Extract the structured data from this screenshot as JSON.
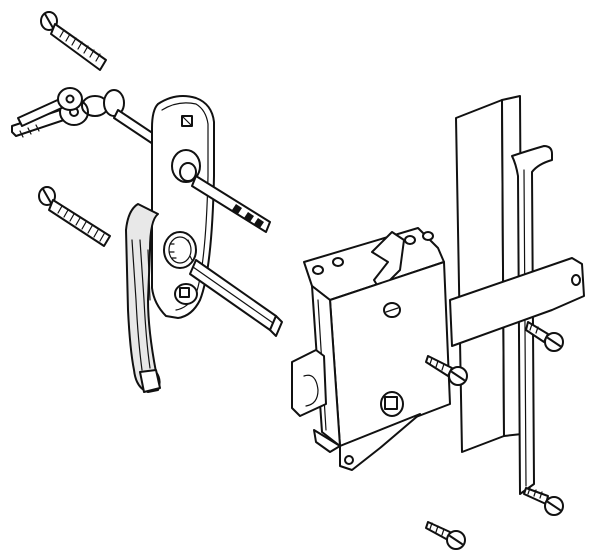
{
  "figure": {
    "description_visible_text": "",
    "colors": {
      "ink": "#111111",
      "paper": "#ffffff",
      "shade": "#e8e8e8"
    },
    "parts": [
      {
        "id": "machine-screw-top",
        "icon": "screw"
      },
      {
        "id": "machine-screw-middle",
        "icon": "screw"
      },
      {
        "id": "keys",
        "icon": "key"
      },
      {
        "id": "outside-handle",
        "icon": "lever-handle"
      },
      {
        "id": "spindle",
        "icon": "square-bar"
      },
      {
        "id": "lock-body",
        "icon": "latch-box"
      },
      {
        "id": "strike-bracket",
        "icon": "channel-bracket"
      },
      {
        "id": "wood-screws",
        "icon": "screw"
      }
    ]
  }
}
